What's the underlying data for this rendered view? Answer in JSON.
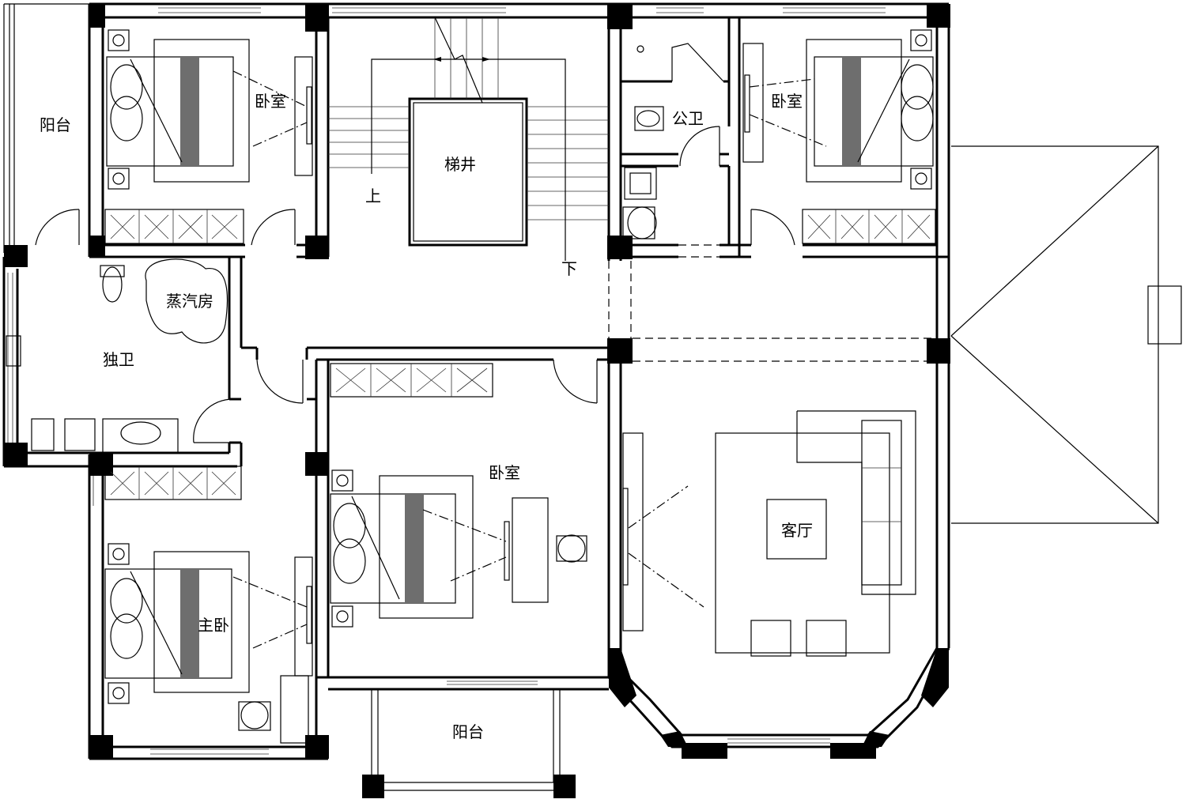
{
  "rooms": {
    "balcony_left": "阳台",
    "bedroom_top_left": "卧室",
    "stair_well": "梯井",
    "stair_up": "上",
    "stair_down": "下",
    "public_bath": "公卫",
    "bedroom_top_right": "卧室",
    "steam_room": "蒸汽房",
    "private_bath": "独卫",
    "bedroom_center": "卧室",
    "living_room": "客厅",
    "master_bedroom": "主卧",
    "balcony_bottom": "阳台"
  }
}
